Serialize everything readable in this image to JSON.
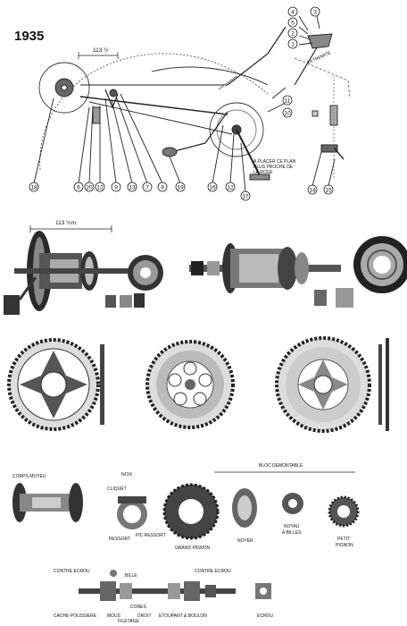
{
  "year": "1935",
  "top_diagram": {
    "dimension": "113 ½",
    "callouts_bottom": [
      "18",
      "6",
      "20",
      "12",
      "9",
      "13",
      "7",
      "8",
      "19",
      "16",
      "12",
      "17",
      "14",
      "15"
    ],
    "callouts_right": [
      "4",
      "5",
      "2",
      "1",
      "3",
      "11",
      "10"
    ],
    "note": [
      "A PLACER CE PLAN",
      "PLUS PROCHE DE",
      "LA ROUE"
    ],
    "side_label": "EXTREMITE"
  },
  "hubs_row": {
    "dimension": "113 ½m"
  },
  "parts_row": {
    "corps_moyeu": "CORPS MOYEU",
    "noix": "NOIX",
    "cliquet": "CLIQUET",
    "ressort_pic": "RESSORT",
    "pic_ressort": "PIC RESSORT",
    "bloc_demontable": "BLOC DEMONTABLE",
    "grand_pignon": "GRAND PIGNON",
    "noyer": "NOYER",
    "noyau_a_billes": [
      "NOYAU",
      "A BILLES"
    ],
    "petit_pignon": [
      "PETIT",
      "PIGNON"
    ]
  },
  "axle_row": {
    "contre_ecrou_left": "CONTRE ECROU",
    "bille": "BILLE",
    "contre_ecrou_right": "CONTRE ECROU",
    "cache_poussiere": "CACHE POUSSIERE",
    "cones": "CONES",
    "cone_a": "MOUS",
    "cone_b": "DROIT",
    "cone_c": "FILETAGE",
    "etoupant": "ETOUPANT & BOULON",
    "ecrou": "ECROU"
  }
}
